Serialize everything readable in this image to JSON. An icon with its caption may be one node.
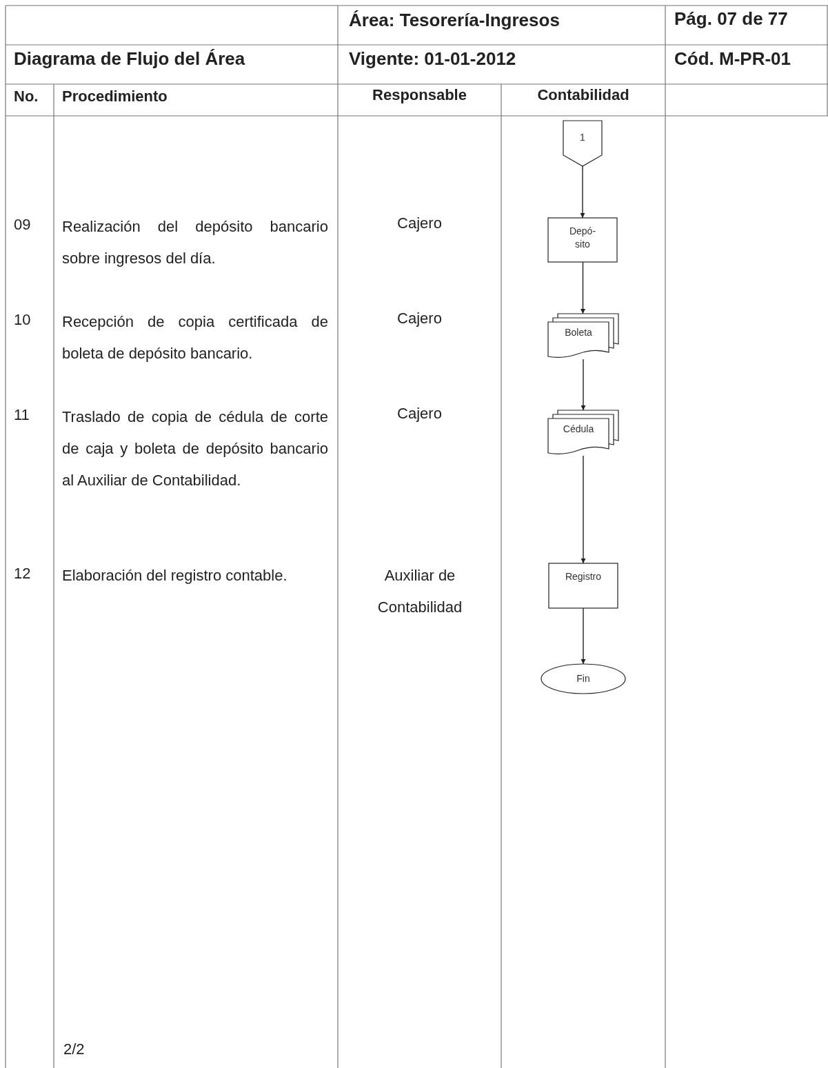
{
  "diagram": {
    "title": "Diagrama de Flujo del Área",
    "nodes": [
      {
        "text": [
          "1"
        ]
      },
      {
        "text": [
          "Depó- sito"
        ]
      },
      {
        "text": [
          "Boleta"
        ]
      },
      {
        "text": [
          "Cédula"
        ]
      },
      {
        "text": [
          "Registro"
        ]
      },
      {
        "text": [
          "Fin"
        ]
      }
    ],
    "edges": [
      {
        "from": 0,
        "to": 1,
        "arrow": "to"
      },
      {
        "from": 1,
        "to": 2,
        "arrow": "to"
      },
      {
        "from": 2,
        "to": 3,
        "arrow": "to"
      },
      {
        "from": 3,
        "to": 4,
        "arrow": "to"
      },
      {
        "from": 4,
        "to": 5,
        "arrow": "to"
      }
    ],
    "labels": [
      "Área: Tesorería-Ingresos",
      "Pág. 07 de 77",
      "Vigente: 01-01-2012",
      "Cód. M-PR-01",
      "No.",
      "Procedimiento",
      "Responsable",
      "Contabilidad",
      "09",
      "Realización del depósito bancario sobre ingresos del día.",
      "Cajero",
      "10",
      "Recepción de copia certificada de boleta de depósito bancario.",
      "Cajero",
      "11",
      "Traslado de copia de cédula de corte de caja y boleta de depósito bancario al Auxiliar de Contabilidad.",
      "Cajero",
      "12",
      "Elaboración del registro contable.",
      "Auxiliar de Contabilidad",
      "2/2"
    ]
  }
}
